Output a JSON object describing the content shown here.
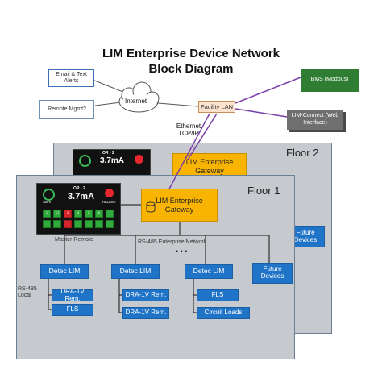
{
  "title_line1": "LIM Enterprise Device Network",
  "title_line2": "Block Diagram",
  "email_alerts": "Email & Text Alerts",
  "remote_mgmt": "Remote Mgmt?",
  "internet": "Internet",
  "facility_lan": "Facility LAN",
  "bms": "BMS (Modbus)",
  "lim_connect": "LIM-Connect (Web Interface)",
  "ethernet": "Ethernet TCP/IP",
  "floor2": {
    "label": "Floor 2",
    "gateway": "LIM Enterprise Gateway",
    "future_devices": "Future Devices"
  },
  "floor1": {
    "label": "Floor 1",
    "gateway": "LIM Enterprise Gateway",
    "rs485_network": "RS-485 Enterprise Network",
    "dots": "• • •",
    "rs485_local": "RS-485 Local",
    "detec1": "Detec LIM",
    "detec2": "Detec LIM",
    "detec3": "Detec LIM",
    "future_devices": "Future Devices",
    "dra1": "DRA-1V Rem.",
    "fls1": "FLS",
    "dra2": "DRA-1V Rem.",
    "dra3": "DRA-1V Rem.",
    "fls3": "FLS",
    "circuit_loads": "Circuit Loads",
    "master_remote": "Master Remote"
  },
  "remote_display": {
    "header": "OR - 2",
    "value": "3.7mA",
    "safe": "SAFE",
    "hazard": "HAZARD",
    "cell_labels": [
      "1",
      "3.7",
      "3",
      "4",
      "5",
      "6"
    ]
  },
  "colors": {
    "blue": "#1f74c8",
    "yellow": "#f8b400",
    "purple_link": "#7b3fa8",
    "green": "#2e7d32"
  }
}
